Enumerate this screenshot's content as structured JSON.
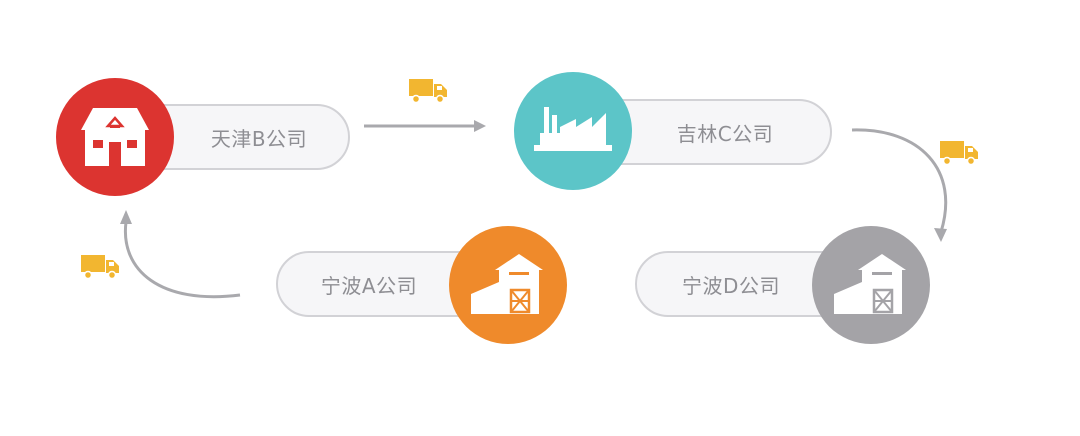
{
  "nodes": {
    "tianjin": {
      "label": "天津B公司",
      "color": "#dc3430",
      "icon": "house-icon"
    },
    "jilin": {
      "label": "吉林C公司",
      "color": "#5cc5c8",
      "icon": "factory-icon"
    },
    "ningbo_a": {
      "label": "宁波A公司",
      "color": "#ef8a2b",
      "icon": "warehouse-icon"
    },
    "ningbo_d": {
      "label": "宁波D公司",
      "color": "#a4a3a7",
      "icon": "warehouse-icon"
    }
  },
  "colors": {
    "truck": "#f2b630",
    "arrow": "#a9a9ad",
    "pill_border": "#d2d2d6",
    "pill_fill": "#f6f6f8",
    "text": "#8e8e93"
  }
}
